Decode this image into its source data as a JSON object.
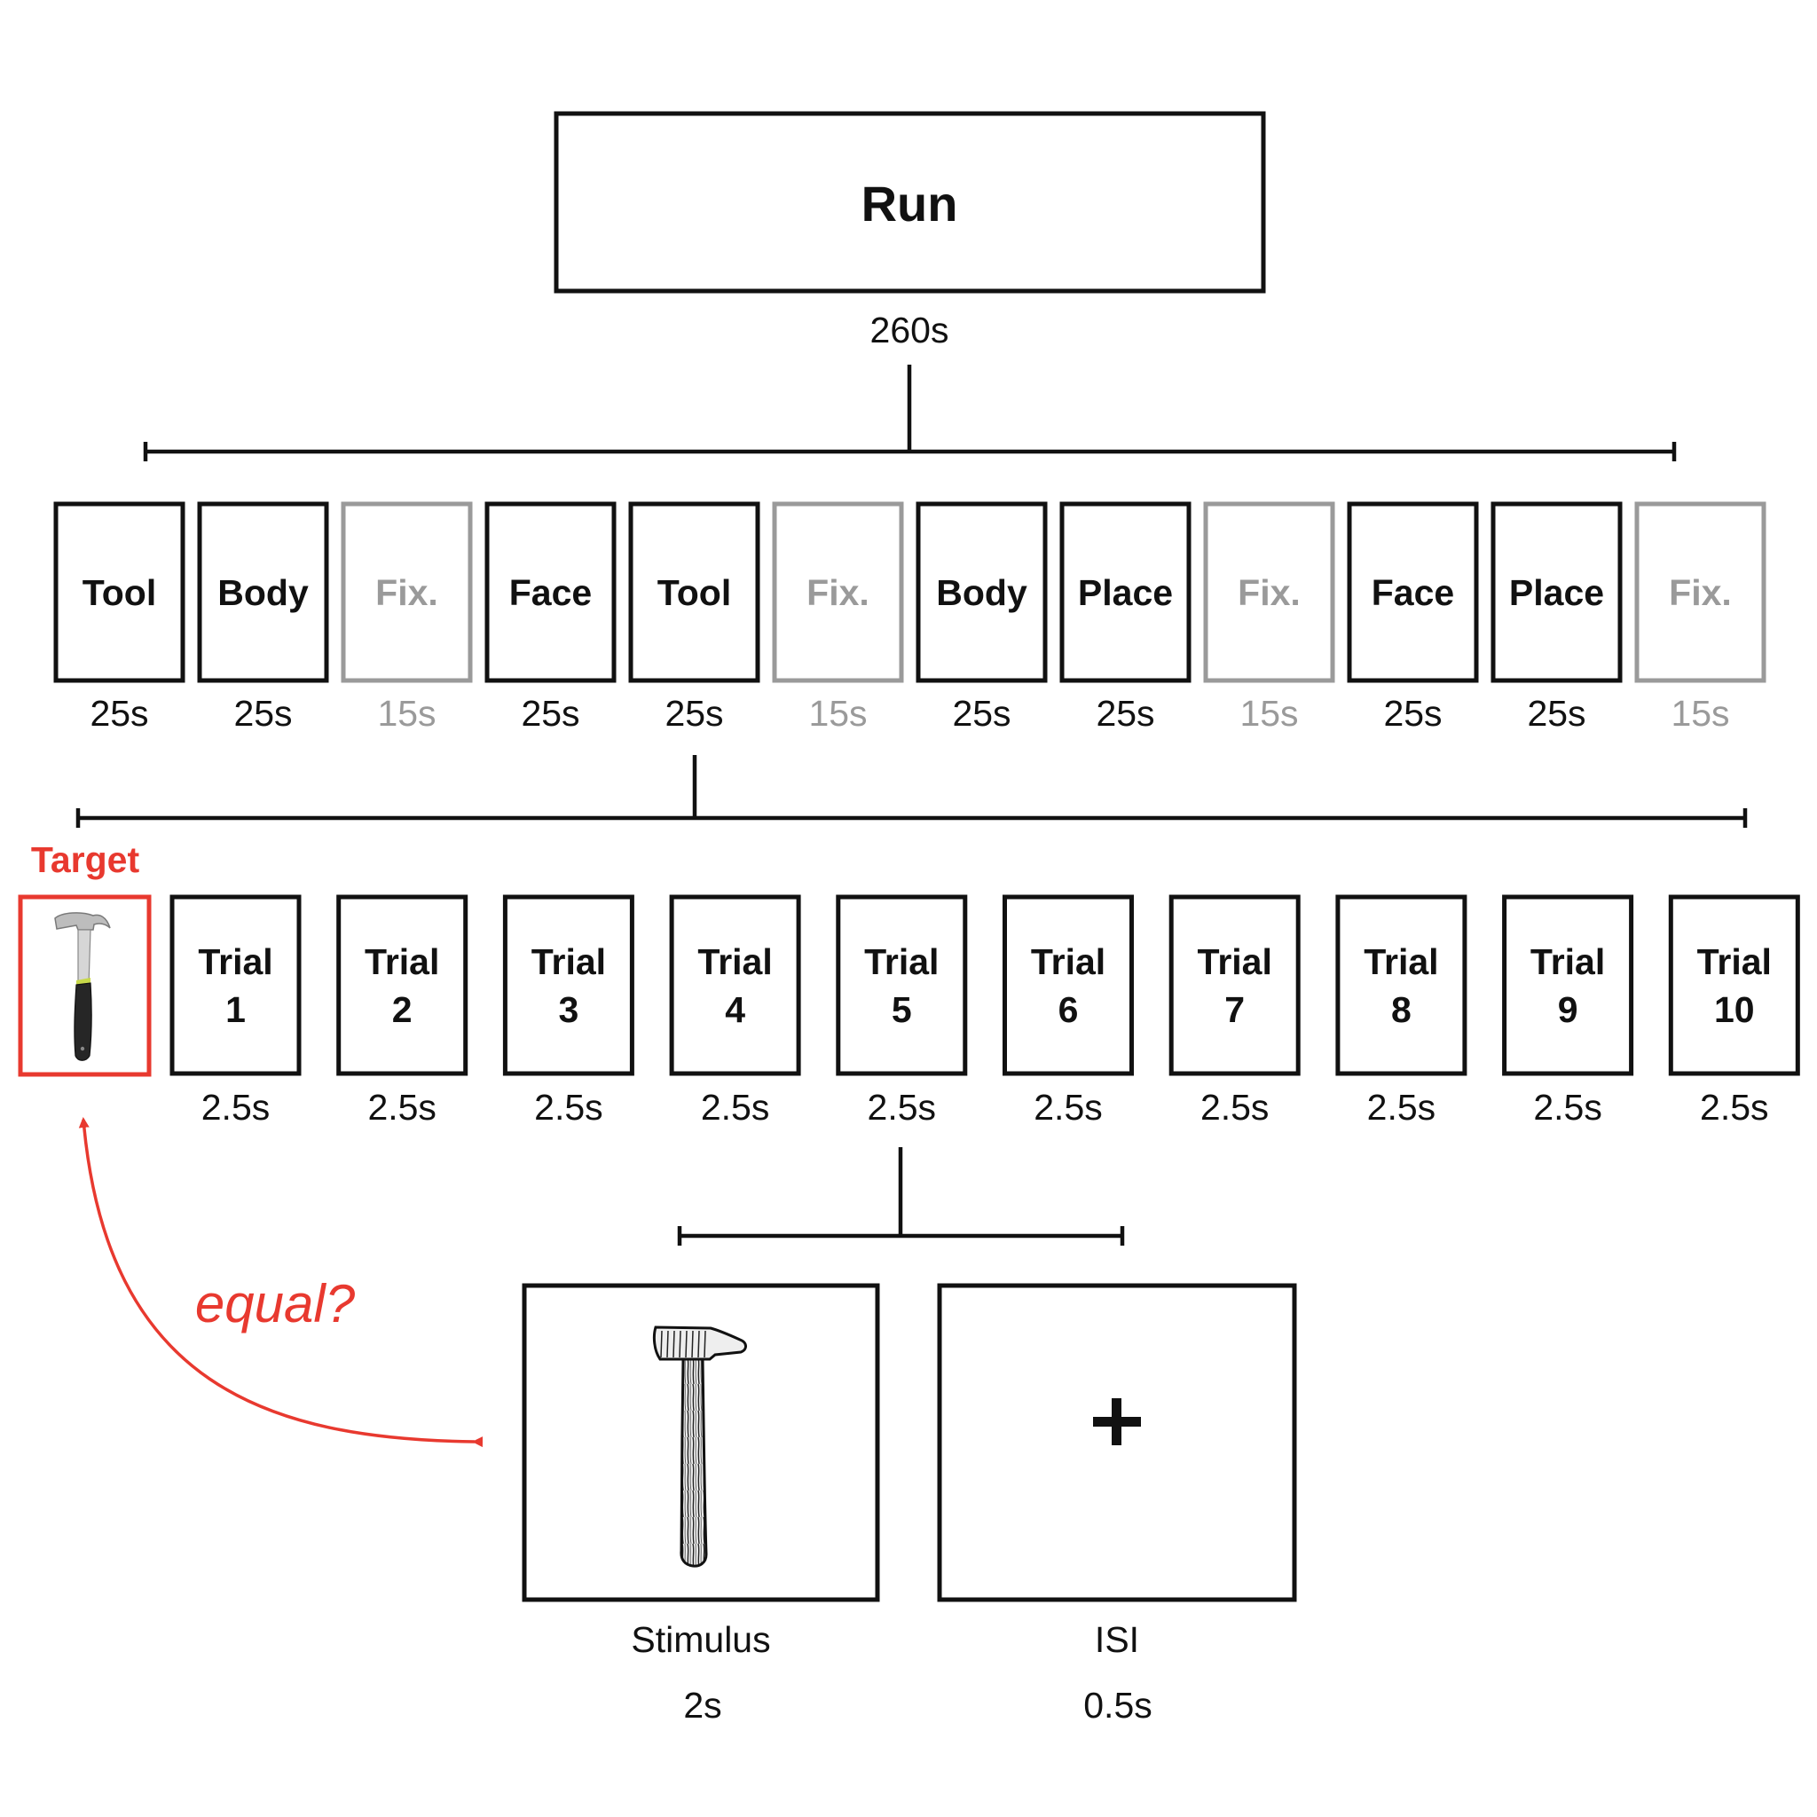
{
  "run": {
    "label": "Run",
    "duration": "260s"
  },
  "blocks": [
    {
      "label": "Tool",
      "duration": "25s",
      "kind": "task"
    },
    {
      "label": "Body",
      "duration": "25s",
      "kind": "task"
    },
    {
      "label": "Fix.",
      "duration": "15s",
      "kind": "fixation"
    },
    {
      "label": "Face",
      "duration": "25s",
      "kind": "task"
    },
    {
      "label": "Tool",
      "duration": "25s",
      "kind": "task"
    },
    {
      "label": "Fix.",
      "duration": "15s",
      "kind": "fixation"
    },
    {
      "label": "Body",
      "duration": "25s",
      "kind": "task"
    },
    {
      "label": "Place",
      "duration": "25s",
      "kind": "task"
    },
    {
      "label": "Fix.",
      "duration": "15s",
      "kind": "fixation"
    },
    {
      "label": "Face",
      "duration": "25s",
      "kind": "task"
    },
    {
      "label": "Place",
      "duration": "25s",
      "kind": "task"
    },
    {
      "label": "Fix.",
      "duration": "15s",
      "kind": "fixation"
    }
  ],
  "target": {
    "label": "Target",
    "icon": "claw-hammer-icon"
  },
  "trials": [
    {
      "line1": "Trial",
      "line2": "1",
      "duration": "2.5s"
    },
    {
      "line1": "Trial",
      "line2": "2",
      "duration": "2.5s"
    },
    {
      "line1": "Trial",
      "line2": "3",
      "duration": "2.5s"
    },
    {
      "line1": "Trial",
      "line2": "4",
      "duration": "2.5s"
    },
    {
      "line1": "Trial",
      "line2": "5",
      "duration": "2.5s"
    },
    {
      "line1": "Trial",
      "line2": "6",
      "duration": "2.5s"
    },
    {
      "line1": "Trial",
      "line2": "7",
      "duration": "2.5s"
    },
    {
      "line1": "Trial",
      "line2": "8",
      "duration": "2.5s"
    },
    {
      "line1": "Trial",
      "line2": "9",
      "duration": "2.5s"
    },
    {
      "line1": "Trial",
      "line2": "10",
      "duration": "2.5s"
    }
  ],
  "trial_parts": {
    "stimulus": {
      "label": "Stimulus",
      "duration": "2s",
      "icon": "sketch-hammer-icon"
    },
    "isi": {
      "label": "ISI",
      "duration": "0.5s",
      "icon": "fixation-cross-icon"
    }
  },
  "comparison": {
    "label": "equal?"
  },
  "colors": {
    "ink": "#111111",
    "fixation": "#9a9a9a",
    "accent": "#e8392f"
  }
}
